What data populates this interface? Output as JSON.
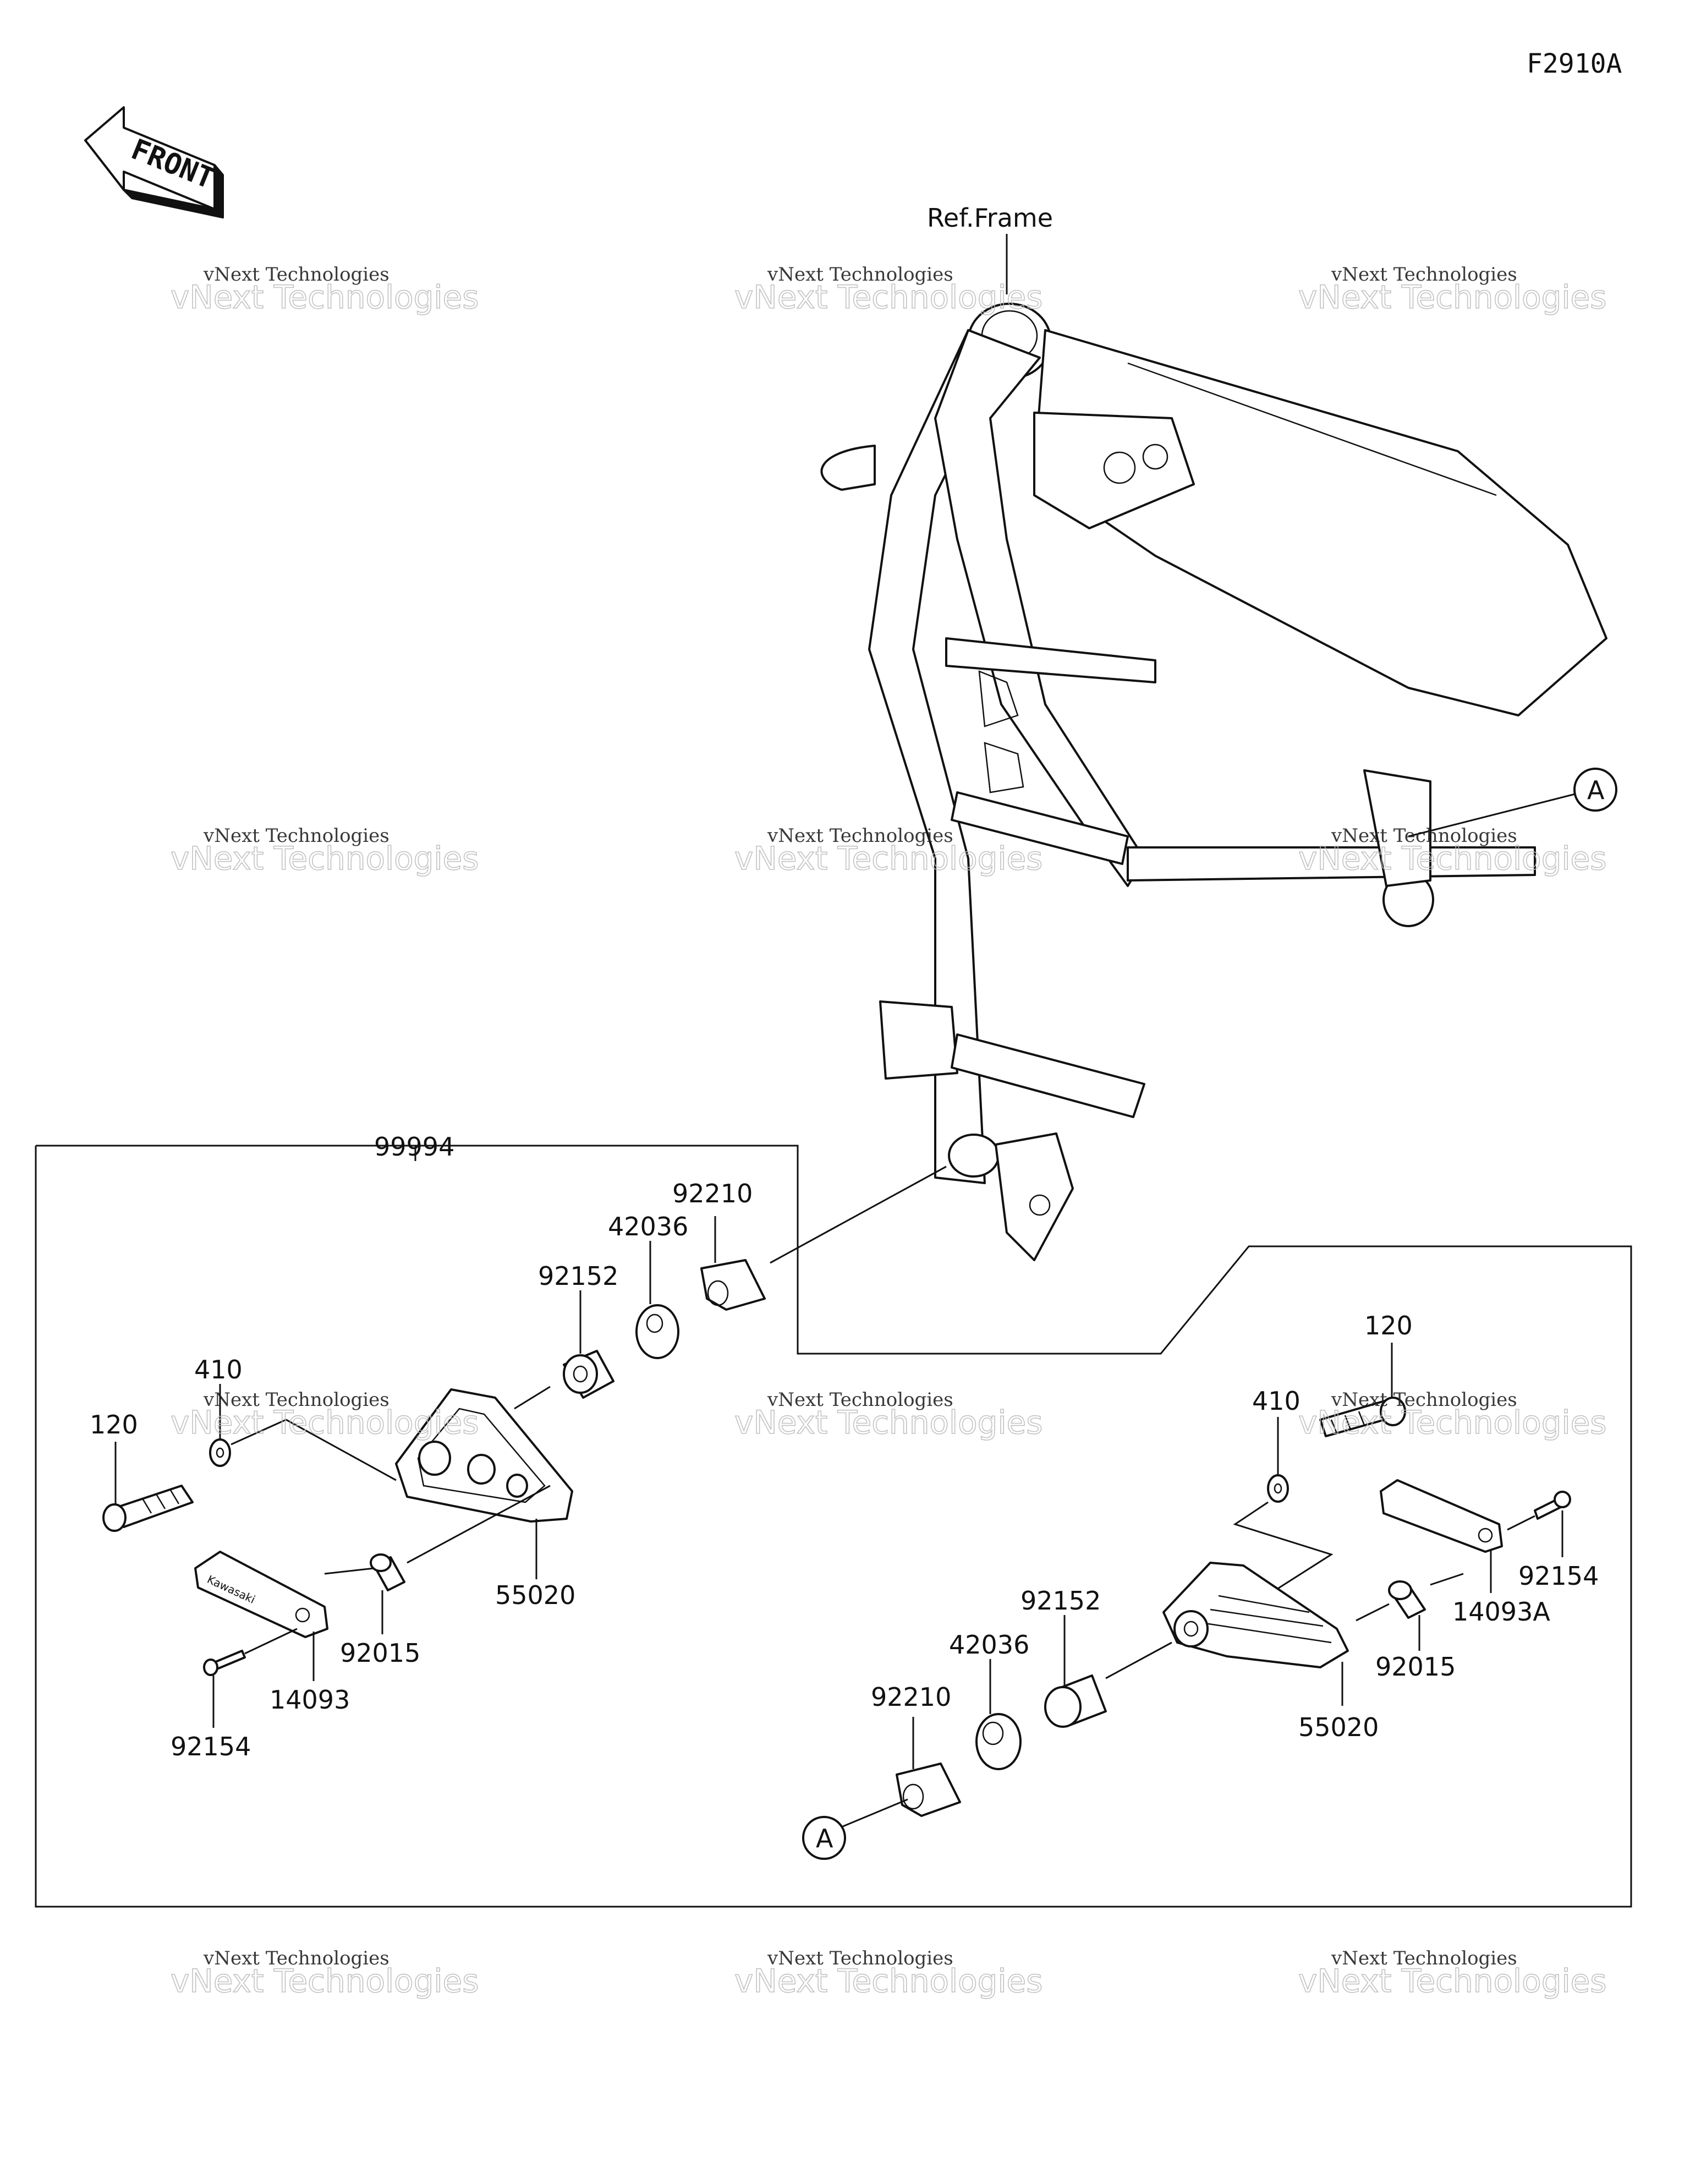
{
  "figure_code": "F2910A",
  "front_label": "FRONT",
  "ref_frame": "Ref.Frame",
  "kit_number": "99994",
  "callout_letter": "A",
  "watermark": {
    "line1": "vNext Technologies",
    "line2": "vNext Technologies"
  },
  "parts": {
    "p92210_top": "92210",
    "p42036_top": "42036",
    "p92152_top": "92152",
    "p410_left": "410",
    "p120_left": "120",
    "p55020_left": "55020",
    "p92015_left": "92015",
    "p14093": "14093",
    "p92154_left": "92154",
    "p120_right": "120",
    "p410_right": "410",
    "p92154_right": "92154",
    "p14093A": "14093A",
    "p92015_right": "92015",
    "p92152_right": "92152",
    "p42036_right": "42036",
    "p92210_right": "92210",
    "p55020_right": "55020"
  }
}
